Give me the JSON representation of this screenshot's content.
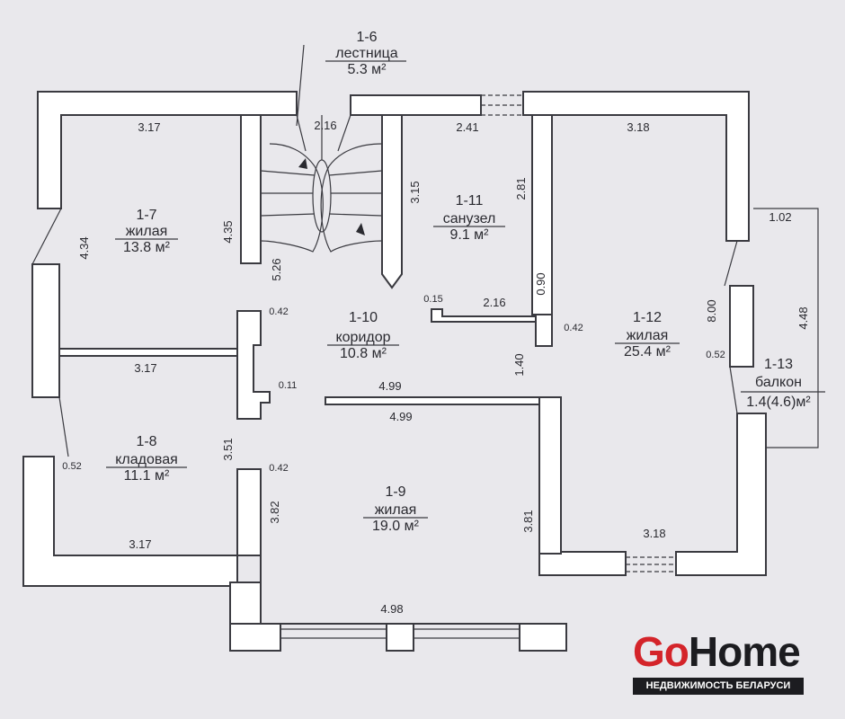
{
  "rooms": [
    {
      "code": "1-6",
      "name": "лестница",
      "area": "5.3 м²"
    },
    {
      "code": "1-7",
      "name": "жилая",
      "area": "13.8 м²"
    },
    {
      "code": "1-8",
      "name": "кладовая",
      "area": "11.1 м²"
    },
    {
      "code": "1-9",
      "name": "жилая",
      "area": "19.0 м²"
    },
    {
      "code": "1-10",
      "name": "коридор",
      "area": "10.8 м²"
    },
    {
      "code": "1-11",
      "name": "санузел",
      "area": "9.1 м²"
    },
    {
      "code": "1-12",
      "name": "жилая",
      "area": "25.4 м²"
    },
    {
      "code": "1-13",
      "name": "балкон",
      "area": "1.4(4.6)м²"
    }
  ],
  "dims": {
    "r7_top": "3.17",
    "r7_right": "4.35",
    "r7_left": "4.34",
    "r7_bottom": "3.17",
    "stair_top": "2.16",
    "stair_right": "3.15",
    "stair_left": "5.26",
    "r11_top": "2.41",
    "r11_right": "2.81",
    "r11_door": "0.90",
    "r11_bottom": "2.16",
    "r11_notch": "0.15",
    "r12_top": "3.18",
    "r12_right": "1.02",
    "r12_height": "8.00",
    "r12_bottom": "3.18",
    "r12_notch": "0.42",
    "balcony_depth": "4.48",
    "balcony_notch": "0.52",
    "corr_notch_top": "0.42",
    "corr_notch_small": "0.11",
    "corr_height": "1.40",
    "corr_bottom_upper": "4.99",
    "corr_bottom_lower": "4.99",
    "r8_height": "3.51",
    "r8_notch": "0.52",
    "r8_bottom": "3.17",
    "r9_left": "3.82",
    "r9_right": "3.81",
    "r9_bottom": "4.98",
    "r9_notch": "0.42"
  },
  "brand": {
    "go": "Go",
    "home": "Home",
    "subtitle": "НЕДВИЖИМОСТЬ БЕЛАРУСИ"
  }
}
